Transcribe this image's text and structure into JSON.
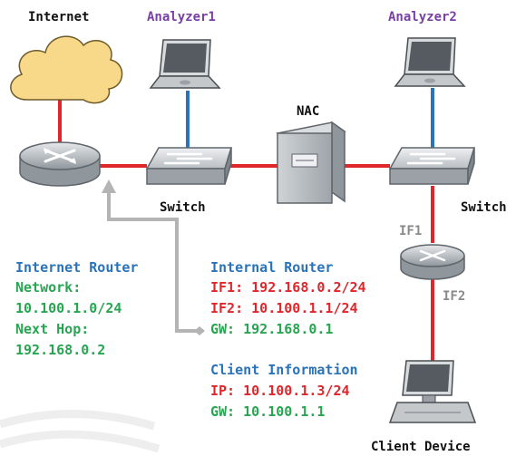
{
  "labels": {
    "internet": "Internet",
    "analyzer1": "Analyzer1",
    "analyzer2": "Analyzer2",
    "nac": "NAC",
    "switch_left": "Switch",
    "switch_right": "Switch",
    "if1": "IF1",
    "if2": "IF2",
    "client_device": "Client Device"
  },
  "internet_router_info": {
    "title": "Internet Router",
    "network_label": "Network:",
    "network_value": "10.100.1.0/24",
    "next_hop_label": "Next Hop:",
    "next_hop_value": "192.168.0.2"
  },
  "internal_router_info": {
    "title": "Internal Router",
    "if1": "IF1: 192.168.0.2/24",
    "if2": "IF2: 10.100.1.1/24",
    "gw": "GW: 192.168.0.1"
  },
  "client_info": {
    "title": "Client Information",
    "ip": "IP: 10.100.1.3/24",
    "gw": "GW: 10.100.1.1"
  },
  "colors": {
    "link_red": "#e0262b",
    "link_blue": "#2a73b8",
    "arrow_gray": "#b4b4b4",
    "cloud": "#f8d98a",
    "text_blue": "#2a73b8",
    "text_green": "#27a551",
    "text_red": "#e0262b",
    "text_purple": "#7a3fa6"
  },
  "icons": {
    "cloud": "cloud-icon",
    "router": "router-icon",
    "switch": "switch-icon",
    "laptop": "laptop-icon",
    "server": "server-icon",
    "desktop": "desktop-computer-icon"
  }
}
